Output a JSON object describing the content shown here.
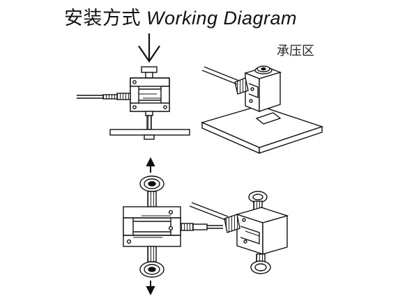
{
  "title": {
    "cn": "安装方式",
    "en": "Working Diagram"
  },
  "labels": {
    "bearing_zone": "承压区"
  },
  "colors": {
    "line": "#111111",
    "fill": "#ffffff",
    "thread": "#222222"
  }
}
